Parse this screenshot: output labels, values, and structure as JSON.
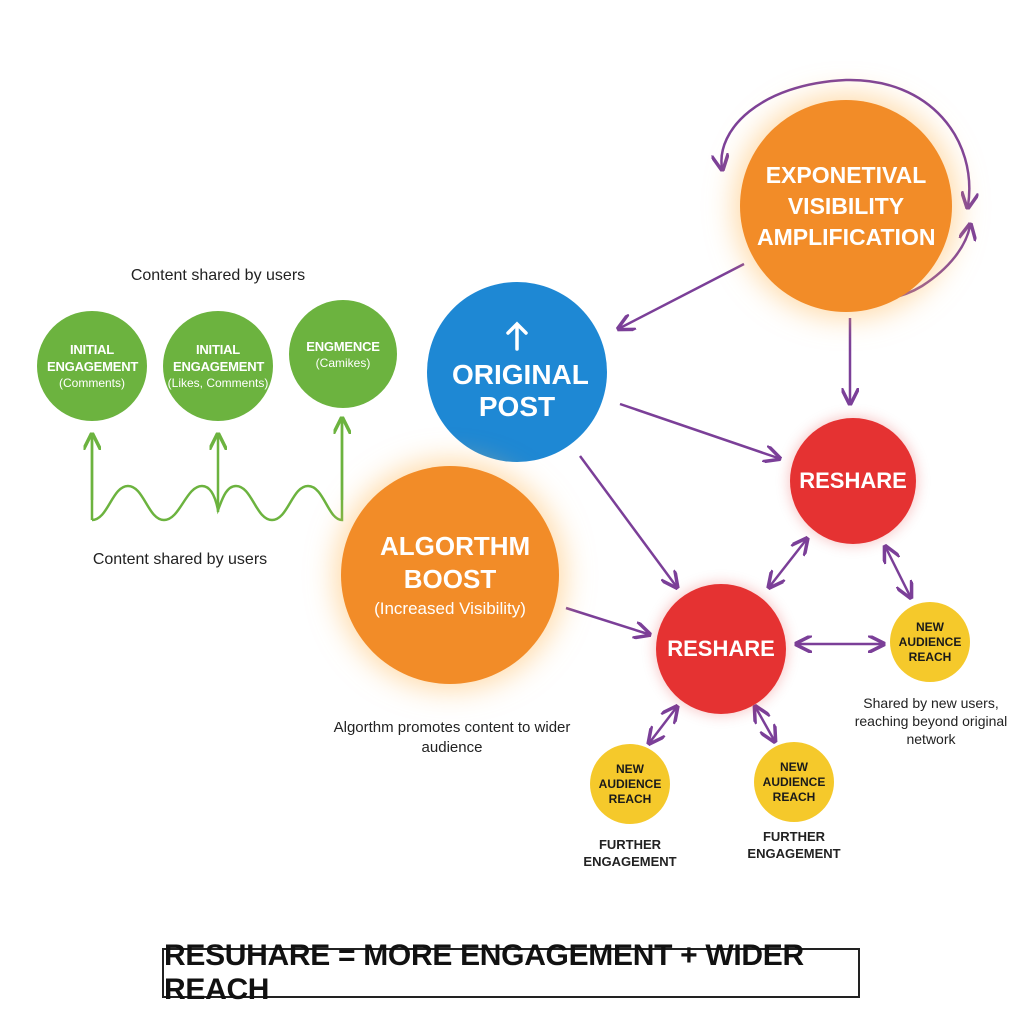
{
  "colors": {
    "green": "#6cb33f",
    "blue": "#1e88d4",
    "orange": "#f28c28",
    "red": "#e53232",
    "yellow": "#f5c92b",
    "arrow_purple": "#7b3f98",
    "arrow_green": "#6cb33f"
  },
  "top_caption": "Content shared by users",
  "left_caption": "Content shared by users",
  "engagement_nodes": [
    {
      "title": "INITIAL ENGAGEMENT",
      "sub": "(Comments)"
    },
    {
      "title": "INITIAL ENGAGEMENT",
      "sub": "(Likes, Comments)"
    },
    {
      "title": "ENGMENCE",
      "sub": "(Camikes)"
    }
  ],
  "original_post": {
    "icon": "up-arrow-icon",
    "title": "ORIGINAL POST"
  },
  "amplification": {
    "title": "EXPONETIVAL VISIBILITY AMPLIFICATION"
  },
  "algorithm": {
    "title": "ALGORTHM BOOST",
    "sub": "(Increased Visibility)"
  },
  "algorithm_caption": "Algorthm promotes content to wider audience",
  "reshare_top": {
    "title": "RESHARE"
  },
  "reshare_mid": {
    "title": "RESHARE"
  },
  "audience_right": {
    "title": "NEW AUDIENCE REACH"
  },
  "audience_right_caption": "Shared by new users, reaching beyond original network",
  "audience_left": {
    "title": "NEW AUDIENCE REACH"
  },
  "audience_left_caption": "FURTHER ENGAGEMENT",
  "audience_mid": {
    "title": "NEW AUDIENCE REACH"
  },
  "audience_mid_caption": "FURTHER ENGAGEMENT",
  "footer": "RESUHARE = MORE ENGAGEMENT + WIDER REACH"
}
